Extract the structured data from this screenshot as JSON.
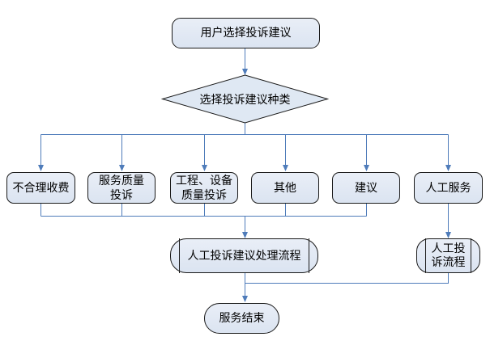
{
  "diagram": {
    "type": "flowchart",
    "nodes": {
      "start": {
        "label": "用户选择投诉建议"
      },
      "decision": {
        "label": "选择投诉建议种类"
      },
      "unreasonable_fees": {
        "label": "不合理收费"
      },
      "service_quality": {
        "label": "服务质量\n投诉"
      },
      "engineering_quality": {
        "label": "工程、设备\n质量投诉"
      },
      "other": {
        "label": "其他"
      },
      "suggestion": {
        "label": "建议"
      },
      "manual_service": {
        "label": "人工服务"
      },
      "manual_handling": {
        "label": "人工投诉建议处理流程"
      },
      "manual_complaint": {
        "label": "人工投\n诉流程"
      },
      "end": {
        "label": "服务结束"
      }
    },
    "colors": {
      "node_fill": "#dfe8f3",
      "node_border": "#1a1a1a",
      "connector": "#4f7cba",
      "background": "#ffffff"
    }
  }
}
